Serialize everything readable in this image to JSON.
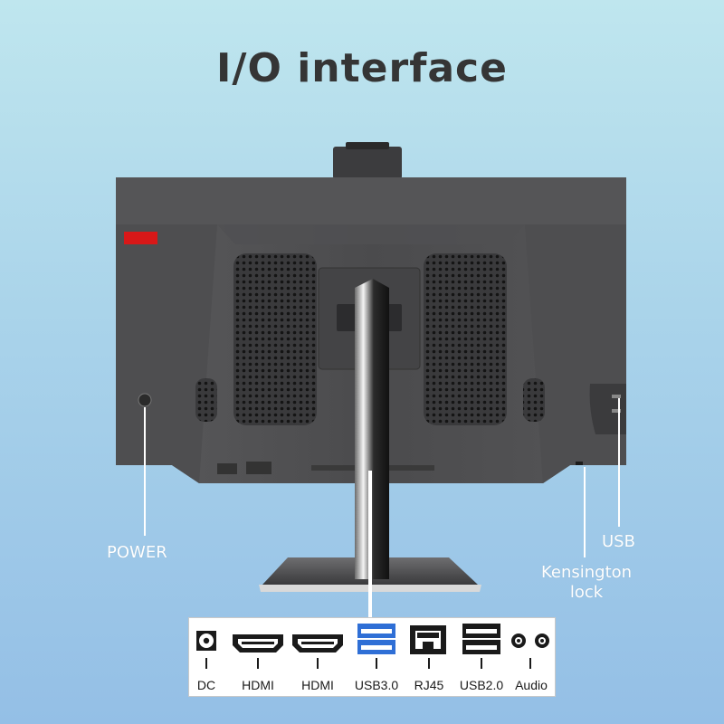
{
  "title": "I/O interface",
  "callouts": {
    "power": "POWER",
    "usb": "USB",
    "kensington": "Kensington lock"
  },
  "ports": [
    {
      "label": "DC",
      "icon": "dc-jack-icon"
    },
    {
      "label": "HDMI",
      "icon": "hdmi-port-icon"
    },
    {
      "label": "HDMI",
      "icon": "hdmi-port-icon"
    },
    {
      "label": "USB3.0",
      "icon": "usb3-port-icon"
    },
    {
      "label": "RJ45",
      "icon": "rj45-port-icon"
    },
    {
      "label": "USB2.0",
      "icon": "usb2-port-icon"
    },
    {
      "label": "Audio",
      "icon": "audio-jack-icon"
    }
  ],
  "colors": {
    "background_top": "#bfe6ee",
    "background_bottom": "#94bfe6",
    "monitor_body": "#4a4a4c",
    "accent_red": "#d81818",
    "usb3_blue": "#2f6fd6"
  }
}
